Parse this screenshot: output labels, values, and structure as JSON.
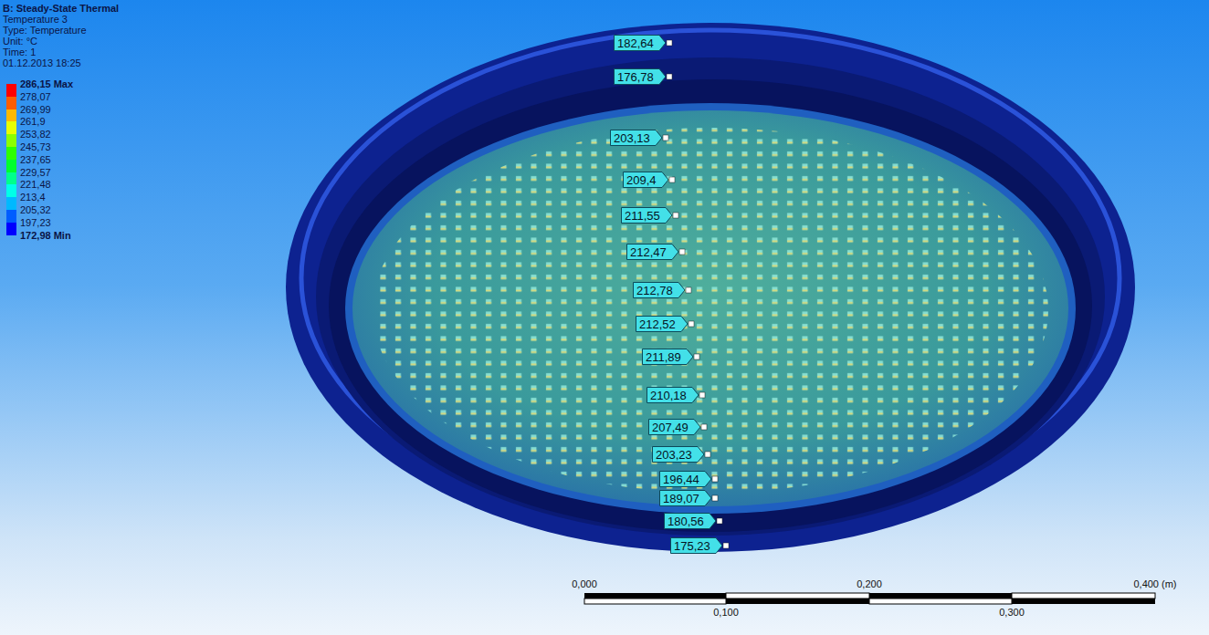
{
  "diagram": {
    "title": "B: Steady-State Thermal",
    "nodes": [
      {
        "text": [
          "182,64"
        ]
      },
      {
        "text": [
          "176,78"
        ]
      },
      {
        "text": [
          "203,13"
        ]
      },
      {
        "text": [
          "209,4"
        ]
      },
      {
        "text": [
          "211,55"
        ]
      },
      {
        "text": [
          "212,47"
        ]
      },
      {
        "text": [
          "212,78"
        ]
      },
      {
        "text": [
          "212,52"
        ]
      },
      {
        "text": [
          "211,89"
        ]
      },
      {
        "text": [
          "210,18"
        ]
      },
      {
        "text": [
          "207,49"
        ]
      },
      {
        "text": [
          "203,23"
        ]
      },
      {
        "text": [
          "196,44"
        ]
      },
      {
        "text": [
          "189,07"
        ]
      },
      {
        "text": [
          "180,56"
        ]
      },
      {
        "text": [
          "175,23"
        ]
      }
    ],
    "labels": [
      "Temperature 3",
      "Type: Temperature",
      "Unit: °C",
      "Time: 1",
      "01.12.2013 18:25",
      "172,98 Min",
      "0,000",
      "0,200",
      "0,400 (m)",
      "0,100",
      "0,300"
    ],
    "legend": [
      {
        "text": "286,15 Max",
        "color": "#ff0000"
      },
      {
        "text": "278,07",
        "color": "#ff5d00"
      },
      {
        "text": "269,99",
        "color": "#ffb900"
      },
      {
        "text": "261,9",
        "color": "#e8ff00"
      },
      {
        "text": "253,82",
        "color": "#8bff00"
      },
      {
        "text": "245,73",
        "color": "#2eff00"
      },
      {
        "text": "237,65",
        "color": "#00ff2e"
      },
      {
        "text": "229,57",
        "color": "#00ff8b"
      },
      {
        "text": "221,48",
        "color": "#00ffe8"
      },
      {
        "text": "213,4",
        "color": "#00b9ff"
      },
      {
        "text": "205,32",
        "color": "#005dff"
      },
      {
        "text": "197,23",
        "color": "#0000ff"
      }
    ]
  }
}
